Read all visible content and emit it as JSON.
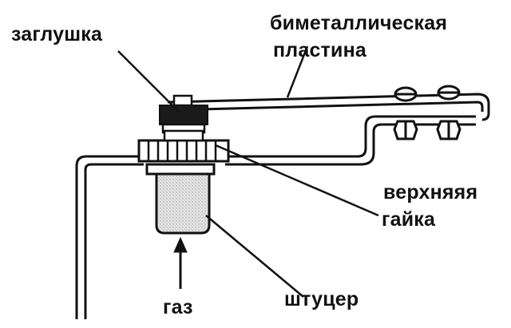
{
  "labels": {
    "plug": "заглушка",
    "bimetal_line1": "биметаллическая",
    "bimetal_line2": "пластина",
    "nut_line1": "верхняяя",
    "nut_line2": "гайка",
    "gas": "газ",
    "fitting": "штуцер"
  },
  "colors": {
    "ink": "#111111",
    "background": "#ffffff",
    "fitting_fill": "#d9d9d9",
    "plug_fill": "#1a1a1a"
  }
}
